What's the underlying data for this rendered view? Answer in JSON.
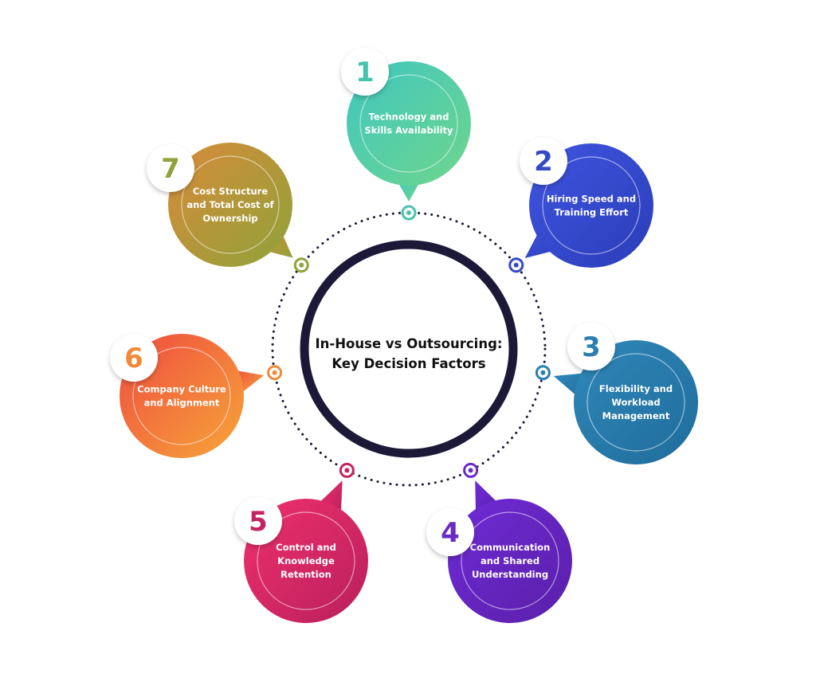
{
  "title_lines": [
    "In-House vs Outsourcing:",
    "Key Decision Factors"
  ],
  "factors": [
    {
      "number": "1",
      "lines": [
        "Technology and",
        "Skills Availability"
      ],
      "color_a": "#3fc6c0",
      "color_b": "#6fd68c",
      "num_color": "#47c3ad"
    },
    {
      "number": "2",
      "lines": [
        "Hiring Speed and",
        "Training Effort"
      ],
      "color_a": "#3f55e0",
      "color_b": "#2a3db8",
      "num_color": "#3349c6"
    },
    {
      "number": "3",
      "lines": [
        "Flexibility and",
        "Workload",
        "Management"
      ],
      "color_a": "#2f88b8",
      "color_b": "#1f6c9c",
      "num_color": "#2a7fb0"
    },
    {
      "number": "4",
      "lines": [
        "Communication",
        "and Shared",
        "Understanding"
      ],
      "color_a": "#6f2bd6",
      "color_b": "#5a1fa8",
      "num_color": "#6a2bc4"
    },
    {
      "number": "5",
      "lines": [
        "Control and",
        "Knowledge",
        "Retention"
      ],
      "color_a": "#f0306e",
      "color_b": "#b8205a",
      "num_color": "#c42461"
    },
    {
      "number": "6",
      "lines": [
        "Company Culture",
        "and Alignment"
      ],
      "color_a": "#ee4b3e",
      "color_b": "#f7a63a",
      "num_color": "#f08a3a"
    },
    {
      "number": "7",
      "lines": [
        "Cost Structure",
        "and Total Cost of",
        "Ownership"
      ],
      "color_a": "#d88a3a",
      "color_b": "#8fa33a",
      "num_color": "#8fa33a"
    }
  ]
}
